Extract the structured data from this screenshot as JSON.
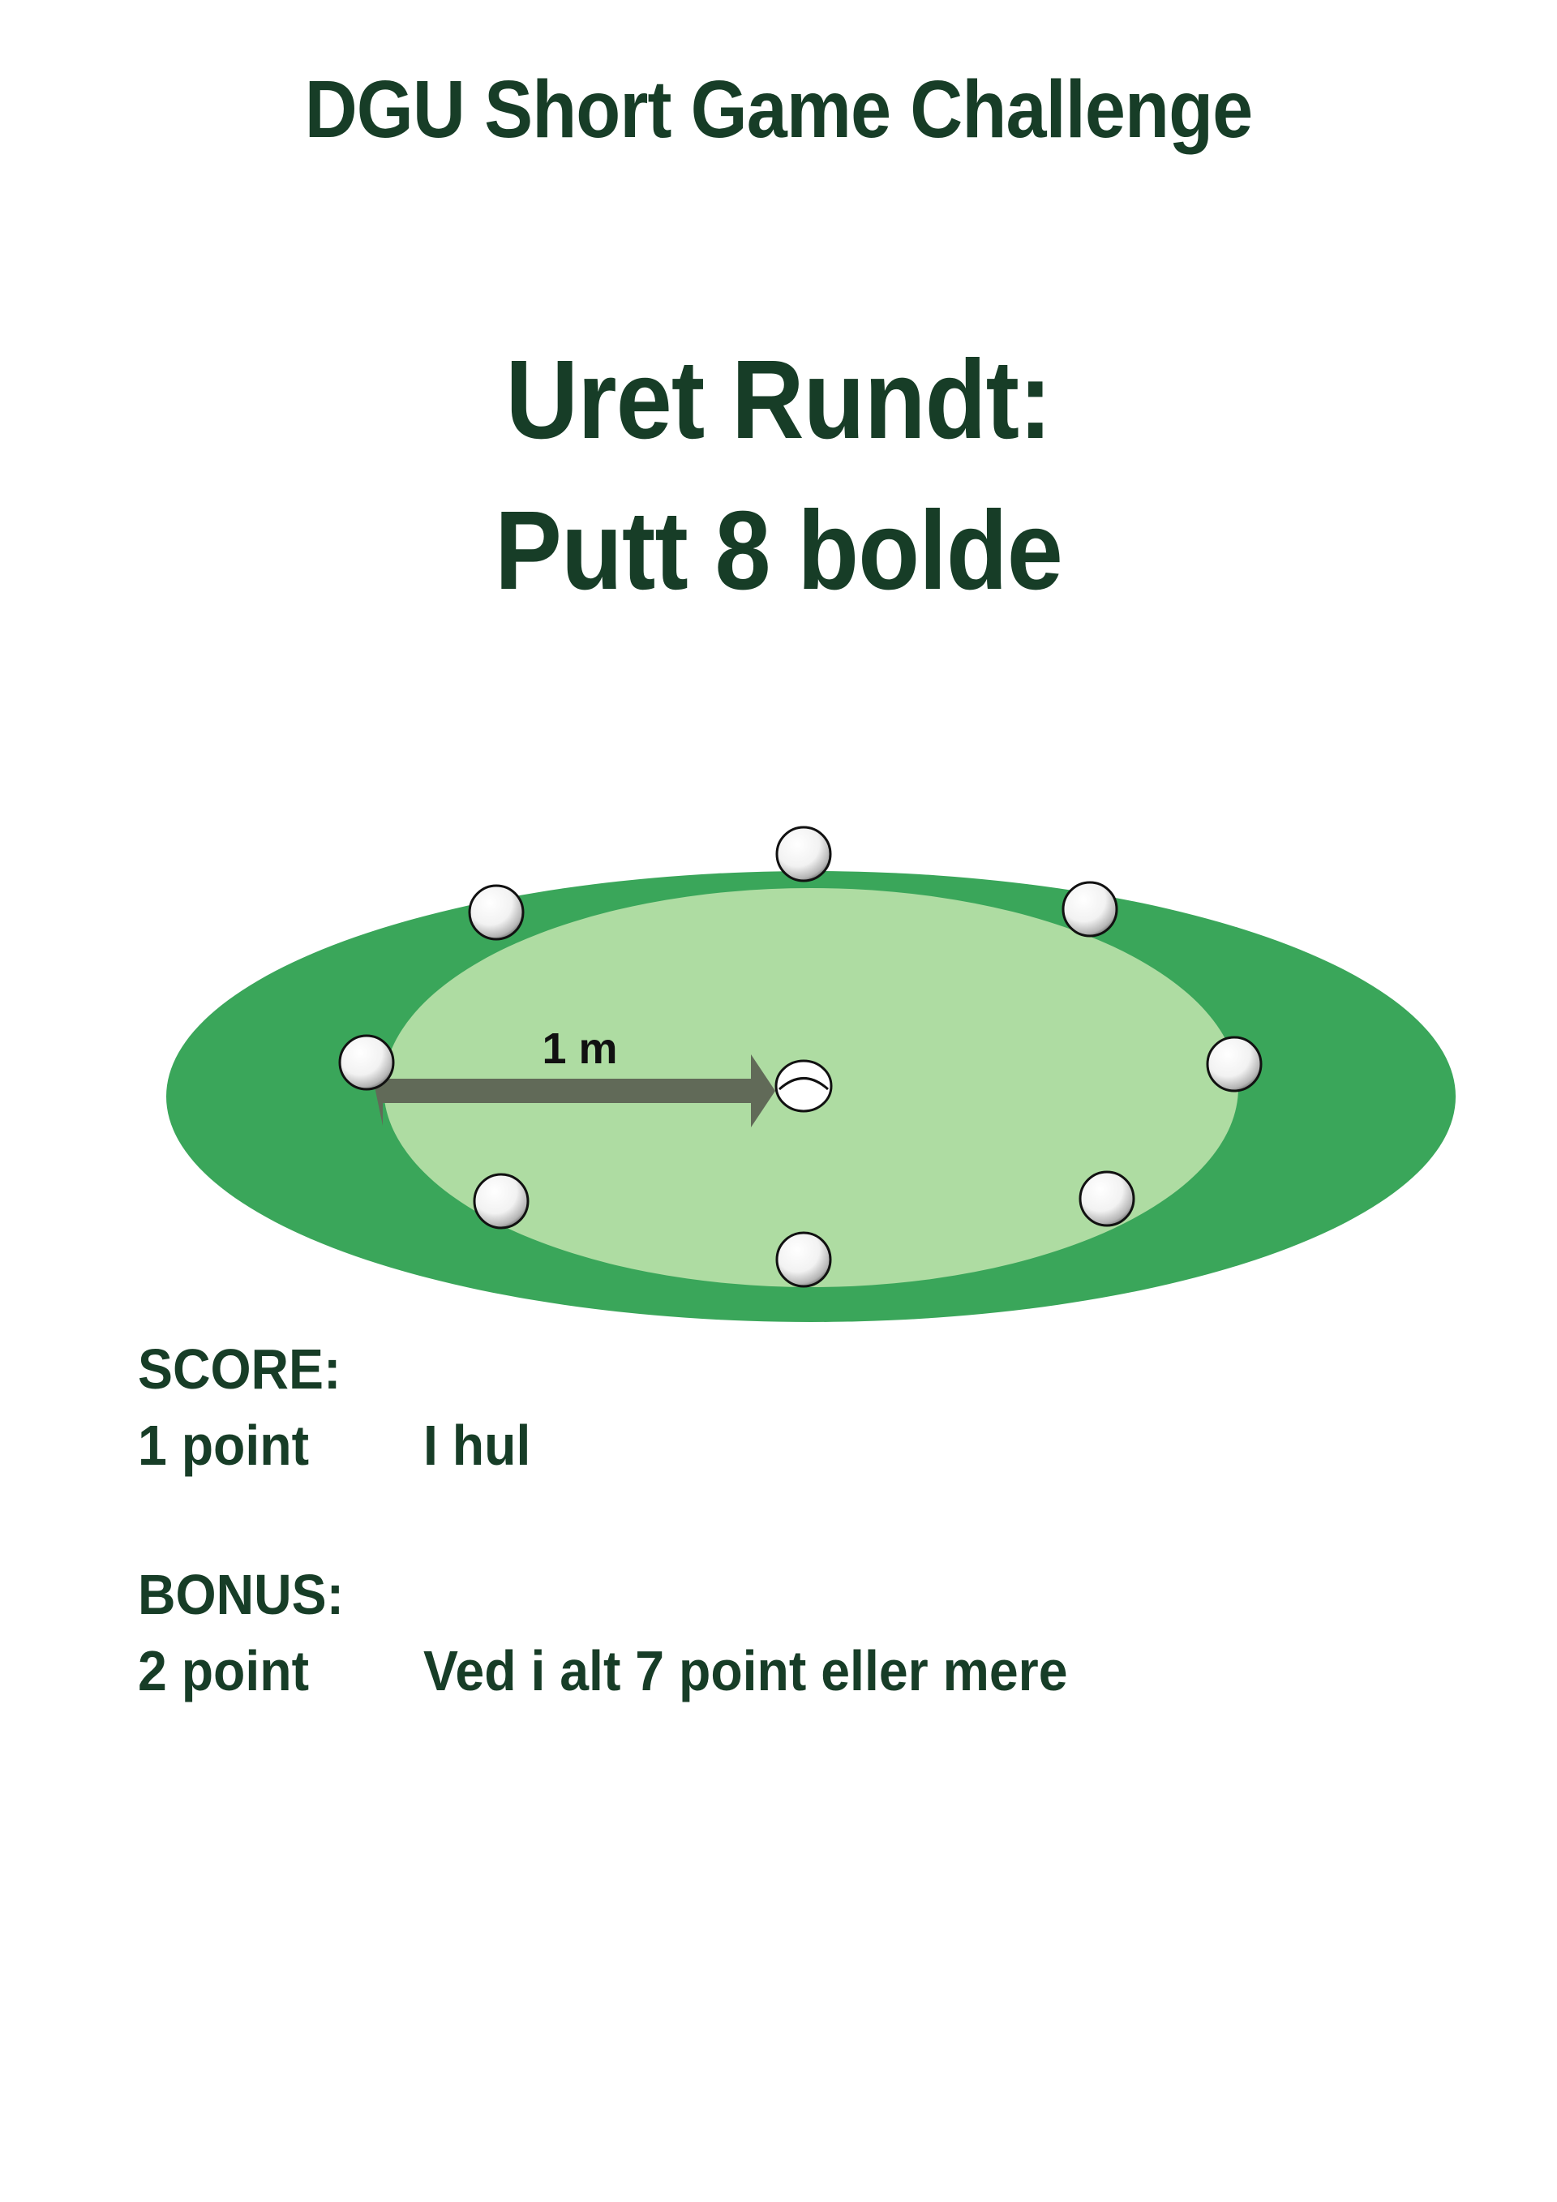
{
  "header": {
    "title": "DGU Short Game Challenge"
  },
  "drill": {
    "title_line1": "Uret Rundt:",
    "title_line2": "Putt 8 bolde"
  },
  "diagram": {
    "distance_label": "1 m",
    "ball_count": 8,
    "colors": {
      "outer_green": "#3aa65a",
      "inner_green": "#aedca2",
      "arrow": "#616a58",
      "text": "#173d27"
    }
  },
  "score": {
    "heading": "SCORE:",
    "points": "1 point",
    "description": "I hul"
  },
  "bonus": {
    "heading": "BONUS:",
    "points": "2 point",
    "description": "Ved i alt 7 point eller mere"
  }
}
